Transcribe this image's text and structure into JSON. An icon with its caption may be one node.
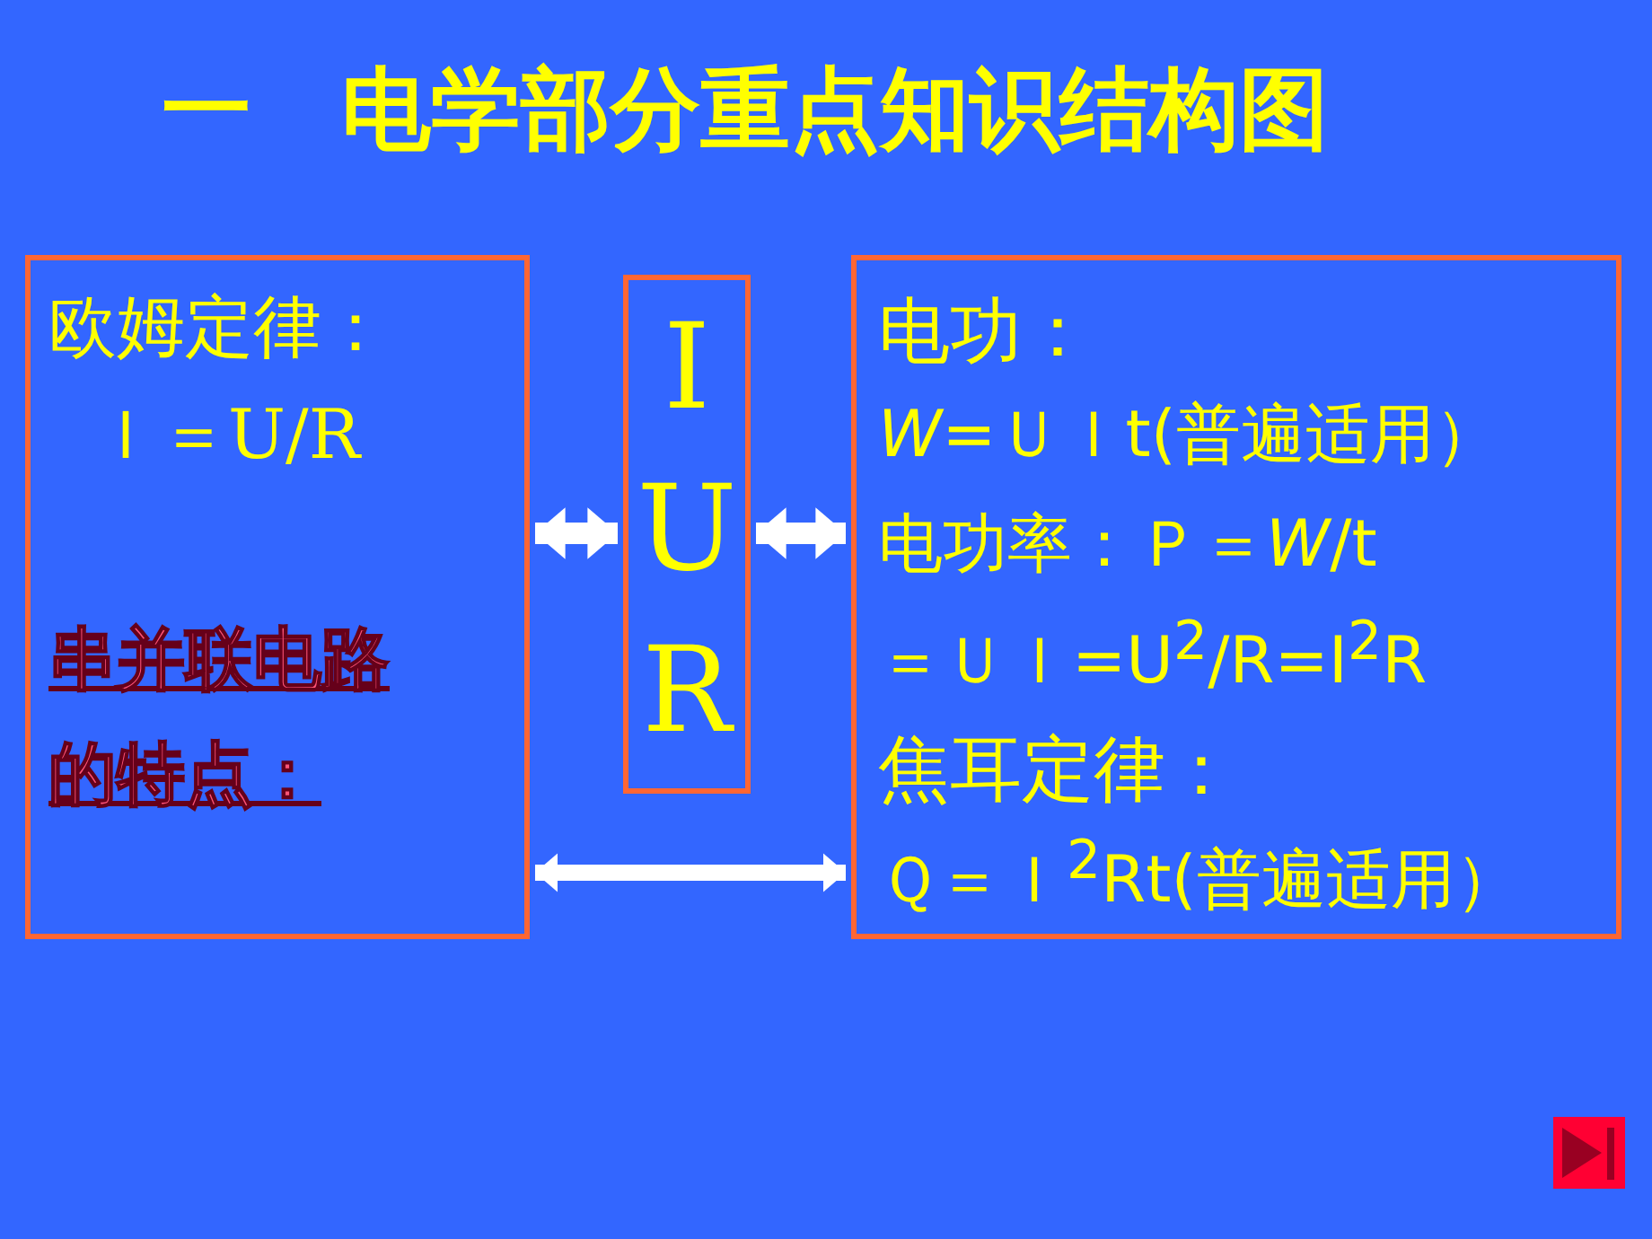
{
  "diagram": {
    "title": "一　电学部分重点知识结构图",
    "nodes": [
      {
        "text": [
          "欧姆定律：",
          "Ｉ＝U/R",
          "串并联电路的特点："
        ]
      },
      {
        "text": [
          "I",
          "U",
          "R"
        ]
      },
      {
        "text": [
          "电功：",
          "*W*=ＵＩt(普遍适用）",
          "电功率：Ｐ＝*W*/t",
          "＝ＵＩ=U$^{2}$/R=I$^{2}$R",
          "焦耳定律：",
          "Ｑ＝Ｉ$^{2}$Rt(普遍适用）"
        ]
      }
    ],
    "edges": [
      {
        "from": 0,
        "to": 1,
        "arrow": "both"
      },
      {
        "from": 1,
        "to": 2,
        "arrow": "both"
      },
      {
        "from": 0,
        "to": 2,
        "arrow": "both"
      }
    ]
  }
}
